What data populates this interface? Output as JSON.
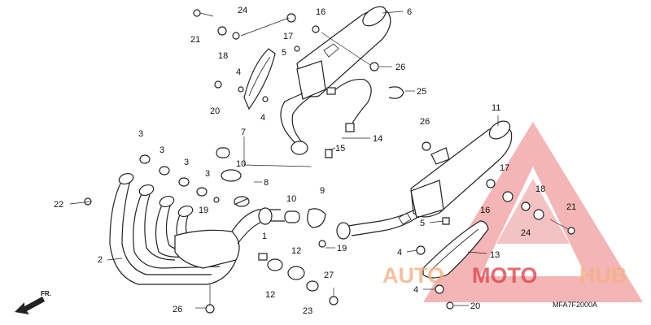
{
  "diagram": {
    "code": "MFA7F2000A",
    "direction_label": "FR.",
    "callouts": {
      "c1": "1",
      "c2": "2",
      "c3a": "3",
      "c3b": "3",
      "c3c": "3",
      "c3d": "3",
      "c4a": "4",
      "c4b": "4",
      "c4c": "4",
      "c4d": "4",
      "c5a": "5",
      "c5b": "5",
      "c6": "6",
      "c7": "7",
      "c8": "8",
      "c9": "9",
      "c10a": "10",
      "c10b": "10",
      "c11": "11",
      "c12a": "12",
      "c12b": "12",
      "c13": "13",
      "c14": "14",
      "c15": "15",
      "c16a": "16",
      "c16b": "16",
      "c17a": "17",
      "c17b": "17",
      "c18a": "18",
      "c18b": "18",
      "c19a": "19",
      "c19b": "19",
      "c20a": "20",
      "c20b": "20",
      "c21a": "21",
      "c21b": "21",
      "c22": "22",
      "c23": "23",
      "c24a": "24",
      "c24b": "24",
      "c25": "25",
      "c26a": "26",
      "c26b": "26",
      "c26c": "26",
      "c27": "27"
    }
  },
  "watermark": {
    "part1": "AUTO",
    "part2": "MOTO",
    "part3": "HUB",
    "color_light": "#f3b183",
    "color_dark": "#e0464c",
    "triangle_color": "#e34a4e"
  }
}
